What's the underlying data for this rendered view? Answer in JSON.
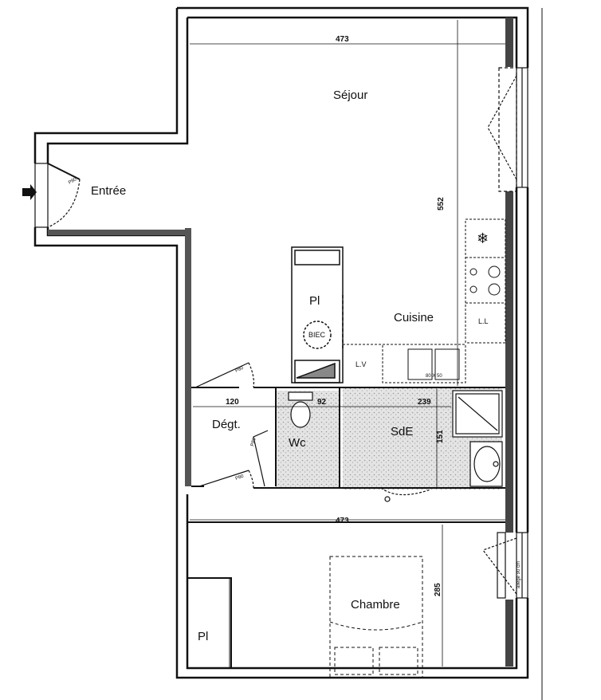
{
  "rooms": {
    "sejour": "Séjour",
    "entree": "Entrée",
    "cuisine": "Cuisine",
    "degt": "Dégt.",
    "wc": "Wc",
    "sde": "SdE",
    "chambre": "Chambre",
    "pl_top": "Pl",
    "pl_bottom": "Pl"
  },
  "fixtures": {
    "biec": "BIEC",
    "lv": "L.V",
    "ll": "L.L",
    "door_leaf": "P80",
    "sink_mark": "80 X 50",
    "allege": "allège 90 cm"
  },
  "dimensions": {
    "sejour_width": "473",
    "sejour_depth": "552",
    "degt_width": "120",
    "wc_width": "92",
    "sde_width": "239",
    "sde_depth": "151",
    "chambre_width": "473",
    "chambre_depth": "285"
  }
}
